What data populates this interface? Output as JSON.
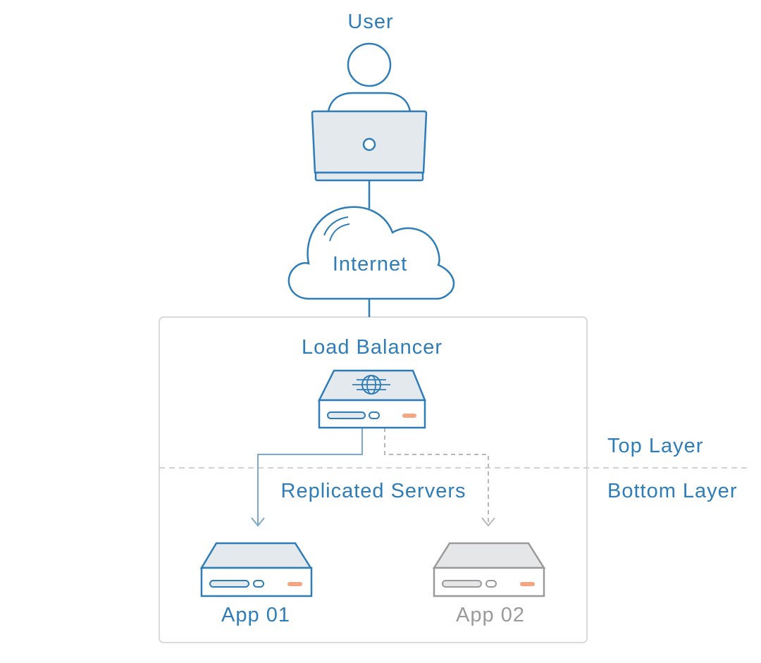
{
  "labels": {
    "user": "User",
    "internet": "Internet",
    "load_balancer": "Load Balancer",
    "replicated_servers": "Replicated Servers",
    "top_layer": "Top Layer",
    "bottom_layer": "Bottom Layer",
    "app01": "App 01",
    "app02": "App 02"
  },
  "colors": {
    "primary": "#2e7db8",
    "muted": "#9a9a9a",
    "fill": "#e4e9ed",
    "accent": "#f4a582",
    "frame": "#d8dadc",
    "divider": "#d0d2d4",
    "link_active": "#7aa9c9",
    "link_inactive": "#b8b8b8"
  },
  "nodes": [
    {
      "id": "user",
      "kind": "person-icon"
    },
    {
      "id": "laptop",
      "kind": "laptop-icon"
    },
    {
      "id": "internet",
      "kind": "cloud-icon"
    },
    {
      "id": "load-balancer",
      "kind": "server-globe-icon"
    },
    {
      "id": "app01",
      "kind": "server-icon",
      "state": "active"
    },
    {
      "id": "app02",
      "kind": "server-icon",
      "state": "inactive"
    }
  ],
  "edges": [
    {
      "from": "laptop",
      "to": "internet",
      "style": "solid"
    },
    {
      "from": "internet",
      "to": "load-balancer",
      "style": "solid"
    },
    {
      "from": "load-balancer",
      "to": "app01",
      "style": "solid-arrow"
    },
    {
      "from": "load-balancer",
      "to": "app02",
      "style": "dashed-arrow"
    }
  ]
}
